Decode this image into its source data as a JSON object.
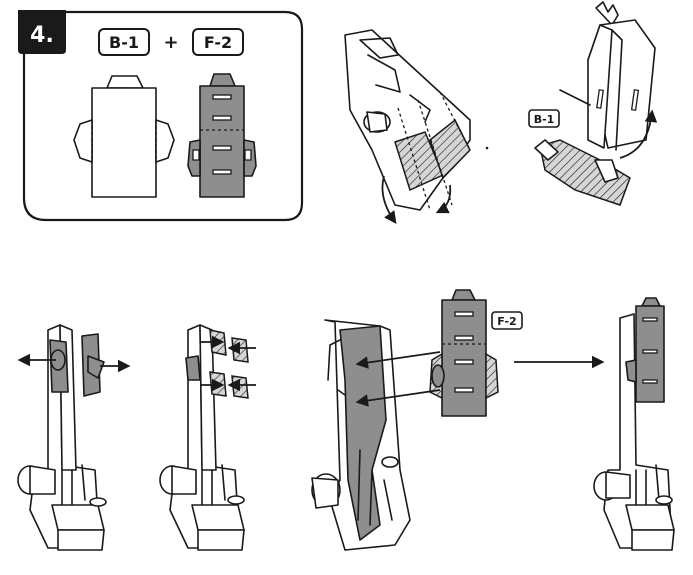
{
  "step": {
    "number": "4."
  },
  "parts": {
    "left_label": "B-1",
    "operator": "+",
    "right_label": "F-2"
  },
  "callouts": {
    "top_right_label": "B-1",
    "bottom_label": "F-2"
  },
  "colors": {
    "ink": "#1a1a1a",
    "part_grey": "#8e8e8e",
    "paper": "#ffffff"
  }
}
